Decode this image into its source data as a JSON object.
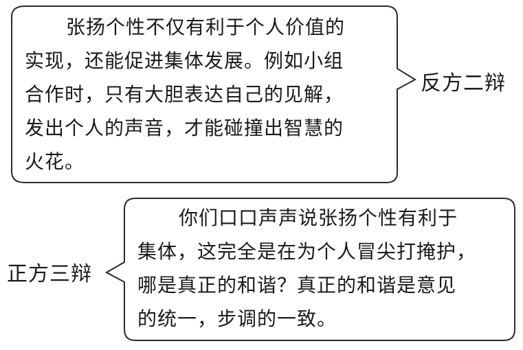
{
  "debate": [
    {
      "speaker": "反方二辩",
      "lines": [
        "张扬个性不仅有利于个人价值的",
        "实现，还能促进集体发展。例如小组",
        "合作时，只有大胆表达自己的见解，",
        "发出个人的声音，才能碰撞出智慧的",
        "火花。"
      ]
    },
    {
      "speaker": "正方三辩",
      "lines": [
        "你们口口声声说张扬个性有利于",
        "集体，这完全是在为个人冒尖打掩护，",
        "哪是真正的和谐？真正的和谐是意见",
        "的统一，步调的一致。"
      ]
    }
  ]
}
